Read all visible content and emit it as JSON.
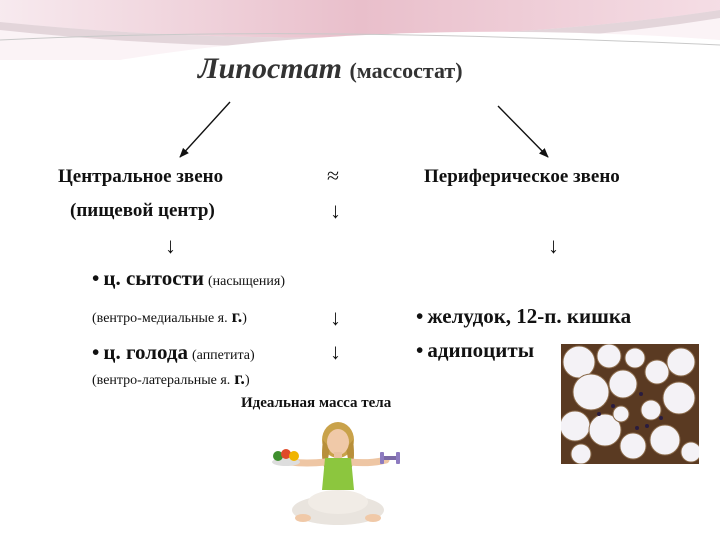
{
  "title": {
    "main": "Липостат",
    "sub": "(массостат)"
  },
  "central": {
    "line1": "Центральное звено",
    "line2": "(пищевой центр)"
  },
  "peripheral": {
    "label": "Периферическое звено"
  },
  "approx_symbol": "≈",
  "down_arrow": "↓",
  "bullet": "•",
  "satiety": {
    "label": "ц. сытости",
    "note": "(насыщения)",
    "nucleus_small": "(вентро-медиальные я.",
    "nucleus_big": "г.",
    "close": ")"
  },
  "hunger": {
    "label": "ц. голода",
    "note": "(аппетита)",
    "nucleus_small": "(вентро-латеральные я.",
    "nucleus_big": "г.",
    "close": ")"
  },
  "peripheral_items": [
    "желудок, 12-п. кишка",
    "адипоциты"
  ],
  "ideal_mass_caption": "Идеальная масса тела",
  "icons": {
    "woman_photo": "woman-with-dumbbells-and-vegetables",
    "adipocytes_photo": "adipocytes-micrograph"
  },
  "colors": {
    "banner_pink": "#e8b4c0",
    "text": "#111111"
  }
}
